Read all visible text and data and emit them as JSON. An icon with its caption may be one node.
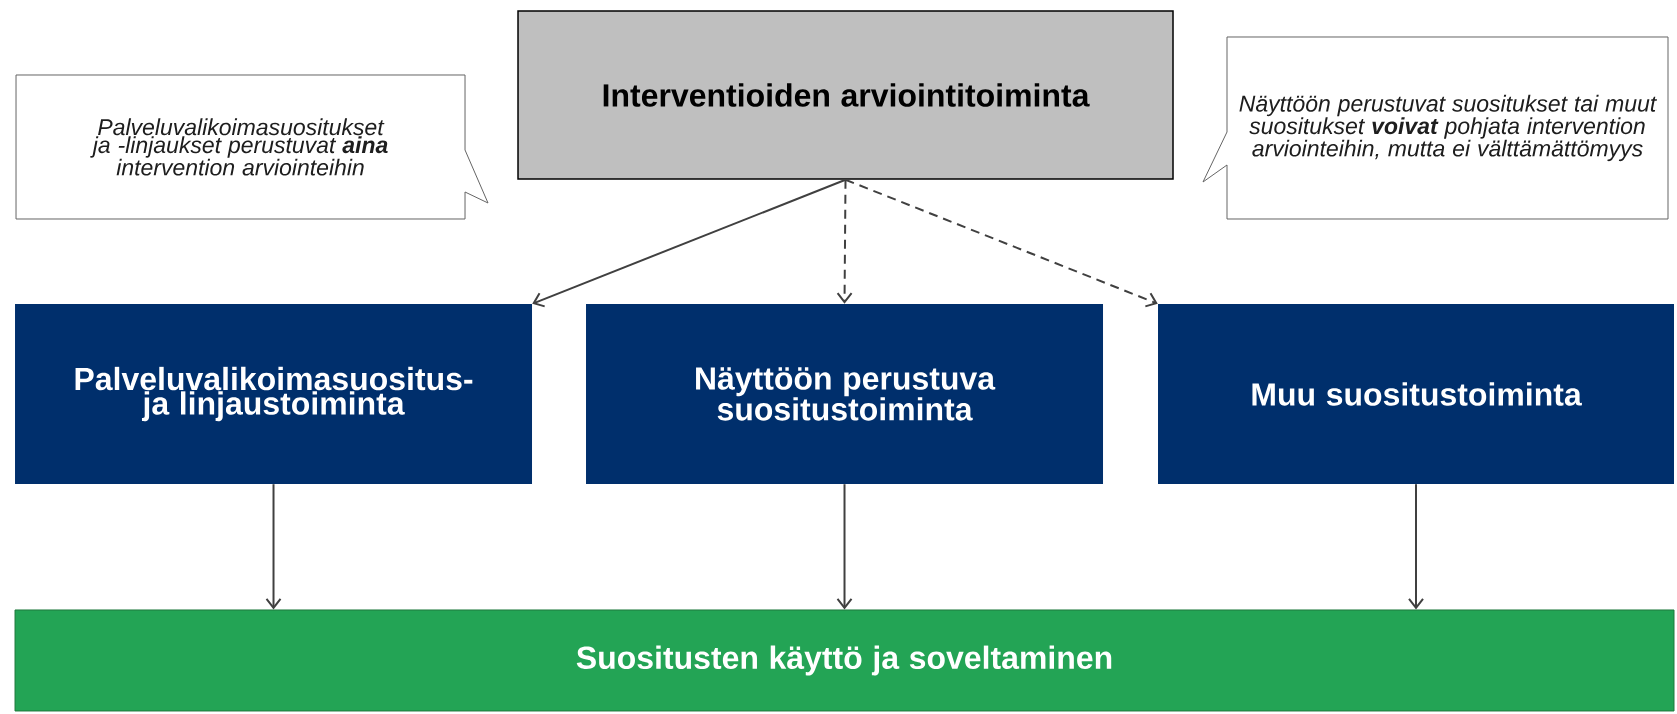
{
  "diagram": {
    "nodes": [
      {
        "text": [
          "Interventioiden arviointitoiminta"
        ]
      },
      {
        "text": [
          "Palveluvalikoimasuositukset ja -linjaukset perustuvat **aina** intervention arviointeihin"
        ]
      },
      {
        "text": [
          "Näyttöön perustuvat suositukset tai muut suositukset **voivat** pohjata intervention arviointeihin, mutta ei välttämättömyys"
        ]
      },
      {
        "text": [
          "Palveluvalikoimasuositus- ja linjaustoiminta"
        ]
      },
      {
        "text": [
          "Näyttöön perustuva suositustoiminta"
        ]
      },
      {
        "text": [
          "Muu suositustoiminta"
        ]
      },
      {
        "text": [
          "Suositusten käyttö ja soveltaminen"
        ]
      }
    ],
    "edges": [
      {
        "from": 0,
        "to": 3,
        "arrow": "to"
      },
      {
        "from": 0,
        "to": 4,
        "arrow": "to",
        "style": "dashed"
      },
      {
        "from": 0,
        "to": 5,
        "arrow": "to",
        "style": "dashed"
      },
      {
        "from": 3,
        "to": 6,
        "arrow": "to"
      },
      {
        "from": 4,
        "to": 6,
        "arrow": "to"
      },
      {
        "from": 5,
        "to": 6,
        "arrow": "to"
      }
    ]
  }
}
